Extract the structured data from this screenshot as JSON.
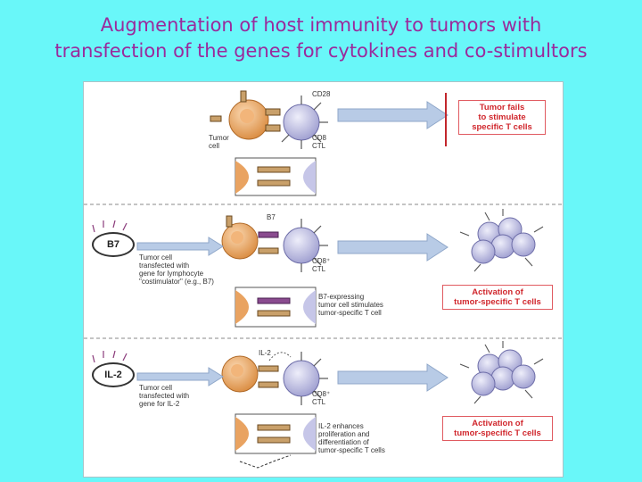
{
  "title": {
    "line1": "Augmentation of host immunity to tumors with",
    "line2": "transfection of the genes for cytokines and co-stimultors"
  },
  "panel1": {
    "cd28": "CD28",
    "tumor_cell_1": "Tumor",
    "tumor_cell_2": "cell",
    "cd8_1": "CD8",
    "cd8_2": "CTL",
    "result_1": "Tumor fails",
    "result_2": "to stimulate",
    "result_3": "specific T cells"
  },
  "panel2": {
    "badge": "B7",
    "b7": "B7",
    "desc_1": "Tumor cell",
    "desc_2": "transfected with",
    "desc_3": "gene for lymphocyte",
    "desc_4": "\"costimulator\" (e.g., B7)",
    "cd8_1": "CD8⁺",
    "cd8_2": "CTL",
    "note_1": "B7-expressing",
    "note_2": "tumor cell stimulates",
    "note_3": "tumor-specific T cell",
    "result_1": "Activation of",
    "result_2": "tumor-specific T cells"
  },
  "panel3": {
    "badge": "IL-2",
    "il2": "IL-2",
    "desc_1": "Tumor cell",
    "desc_2": "transfected with",
    "desc_3": "gene for IL-2",
    "cd8_1": "CD8⁺",
    "cd8_2": "CTL",
    "note_1": "IL-2 enhances",
    "note_2": "proliferation and",
    "note_3": "differentiation of",
    "note_4": "tumor-specific T cells",
    "result_1": "Activation of",
    "result_2": "tumor-specific T cells"
  },
  "colors": {
    "background": "#69f7f9",
    "title": "#9a2a9c",
    "tumor_cell": "#e9a361",
    "t_cell": "#c6c6e8",
    "arrow": "#b8cbe6",
    "result_text": "#d0262c"
  }
}
